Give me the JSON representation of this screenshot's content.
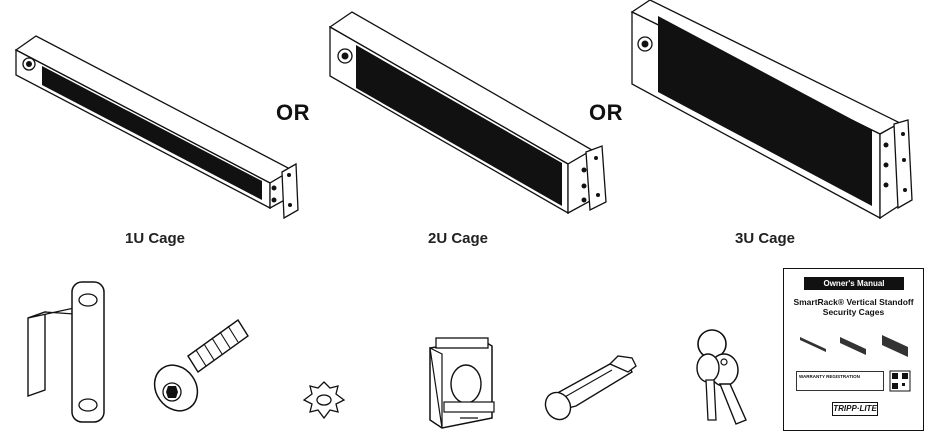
{
  "separators": {
    "or_1": "OR",
    "or_2": "OR"
  },
  "cages": {
    "c1": "1U Cage",
    "c2": "2U Cage",
    "c3": "3U Cage"
  },
  "manual": {
    "header": "Owner's Manual",
    "title": "SmartRack® Vertical Standoff Security Cages",
    "warranty_label": "WARRANTY REGISTRATION",
    "logo": "TRIPP·LITE"
  }
}
